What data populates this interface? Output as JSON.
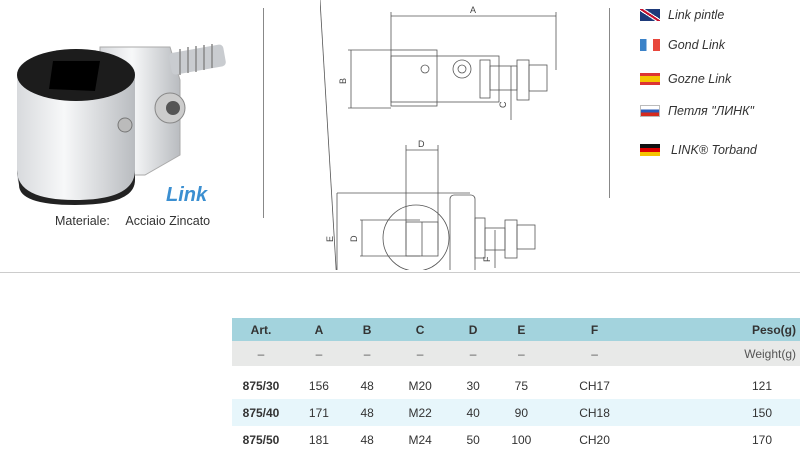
{
  "product": {
    "logo": "Link",
    "material_label": "Materiale:",
    "material_value": "Acciaio Zincato"
  },
  "drawing": {
    "labels": {
      "a": "A",
      "b": "B",
      "c": "C",
      "d_top": "D",
      "d_side": "D",
      "e": "E",
      "f": "F"
    }
  },
  "names": [
    {
      "flag": "uk",
      "label": "Link pintle"
    },
    {
      "flag": "fr",
      "label": "Gond Link"
    },
    {
      "flag": "es",
      "label": "Gozne Link"
    },
    {
      "flag": "ru",
      "label": "Петля \"ЛИНК\""
    },
    {
      "flag": "de",
      "label": "LINK® Torband"
    }
  ],
  "table": {
    "headers": [
      "Art.",
      "A",
      "B",
      "C",
      "D",
      "E",
      "F",
      "Peso(g)"
    ],
    "subheaders": [
      "–",
      "–",
      "–",
      "–",
      "–",
      "–",
      "–",
      "Weight(g)"
    ],
    "rows": [
      [
        "875/30",
        "156",
        "48",
        "M20",
        "30",
        "75",
        "CH17",
        "121"
      ],
      [
        "875/40",
        "171",
        "48",
        "M22",
        "40",
        "90",
        "CH18",
        "150"
      ],
      [
        "875/50",
        "181",
        "48",
        "M24",
        "50",
        "100",
        "CH20",
        "170"
      ]
    ]
  },
  "colors": {
    "header": "#a3d3dd",
    "subheader": "#e8e9e8",
    "alt_row": "#e7f6fb",
    "logo": "#3b8fd1"
  }
}
